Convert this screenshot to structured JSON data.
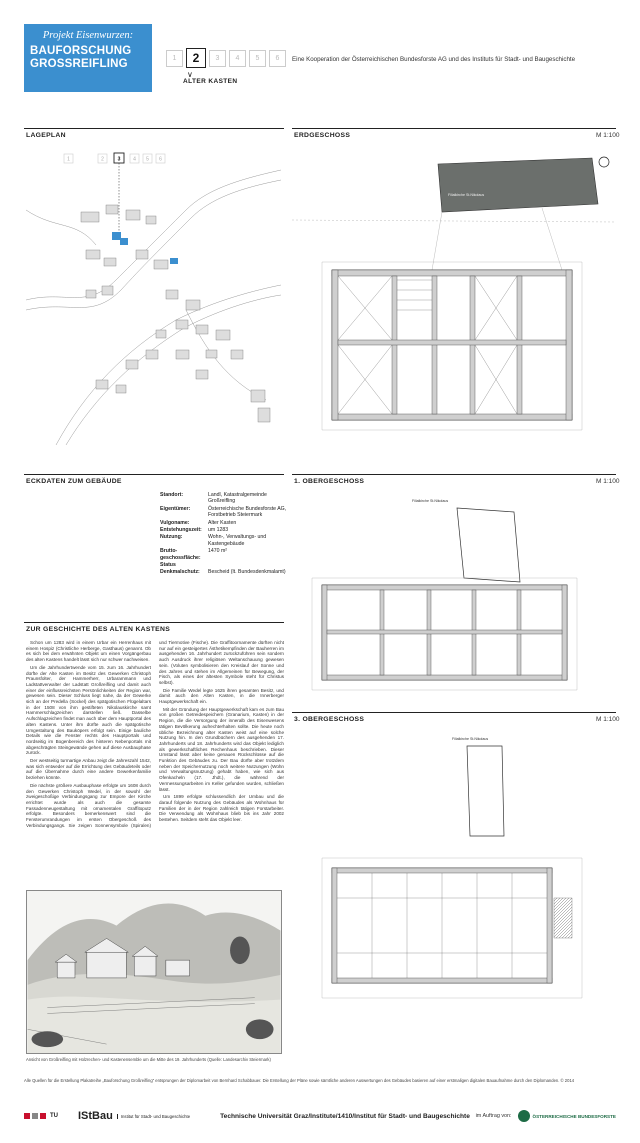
{
  "header": {
    "project": "Projekt Eisenwurzen:",
    "title": "BAUFORSCHUNG GROSSREIFLING",
    "pages": [
      "1",
      "2",
      "3",
      "4",
      "5",
      "6"
    ],
    "active_page": "2",
    "active_label": "ALTER KASTEN",
    "cooperation": "Eine Kooperation der Österreichischen Bundesforste AG und des Instituts für Stadt- und Baugeschichte"
  },
  "sections": {
    "lageplan": "LAGEPLAN",
    "erdgeschoss": "ERDGESCHOSS",
    "og1": "1. OBERGESCHOSS",
    "og3": "3. OBERGESCHOSS",
    "eckdaten": "ECKDATEN ZUM GEBÄUDE",
    "geschichte": "ZUR GESCHICHTE DES ALTEN KASTENS",
    "scale": "M 1:100"
  },
  "site_pager": [
    "1",
    "2",
    "3",
    "4",
    "5",
    "6"
  ],
  "plan_labels": {
    "filialkirche": "Filialkirche St.Nikolaus"
  },
  "facts": [
    {
      "k": "Standort:",
      "v": "Landl, Katastralgemeinde Großreifling"
    },
    {
      "k": "Eigentümer:",
      "v": "Österreichische Bundesforste AG, Forstbetrieb Steiermark"
    },
    {
      "k": "Vulgoname:",
      "v": "Alter Kasten"
    },
    {
      "k": "Entstehungszeit:",
      "v": "um 1283"
    },
    {
      "k": "Nutzung:",
      "v": "Wohn-, Verwaltungs- und Kastengebäude"
    },
    {
      "k": "Brutto-geschossfläche:",
      "v": "1470 m²"
    },
    {
      "k": "Status",
      "v": ""
    },
    {
      "k": "Denkmalschutz:",
      "v": "Bescheid (lt. Bundesdenkmalamt)"
    }
  ],
  "article": [
    "Schon um 1283 wird in einem Urbar ein Herrenhaus mit einem Hospiz (Christliche Herberge, Gasthaus) genannt. Ob es sich bei dem erwähnten Objekt um einen Vorgängerbau des alten Kastens handelt lässt sich nur schwer nachweisen.",
    "Um die Jahrhundertwende vom 15. zum 16. Jahrhundert dürfte der Alte Kasten im Besitz des Gewerken Christoph Praunsfolter, der Hammerherr, Urbarammann und Ladstattverwalter der Ladstatt Großreifling und damit auch einer der einflussreichsten Persönlichkeiten der Region war, gewesen sein. Dieser Schluss liegt nahe, da der Gewerke sich an der Predella (Sockel) des spätgotischen Flügelaltars in der 1508 von ihm gestifteten Nikolauskirche samt Hammerschlagzeichen darstellen ließ. Dasselbe Aufschlagzeichen findet man auch über dem Hauptportal des alten Kastens. Unter ihm dürfte auch die spätgotische Umgestaltung des Bauköpers erfolgt sein. Einige bauliche Details wie die Fenster rechts des Hauptportals und nordseitig im Bogenbereich des hinteren Nebenportals mit abgeschrägten Steingewände gehen auf diese Ausbauphase zurück.",
    "Der westseitig turmartige Anbau zeigt die Jahreszahl 1542, was sich entweder auf die Errichtung des Gebäudeteils oder auf die Übernahme durch eine andere Gewerkenfamilie beziehen könnte.",
    "Die nächste größere Ausbauphase erfolgte um 1608 durch den Gewerken Christoph Wedel, in der sowohl der zweigeschoßige Verbindungsgang zur Empore der Kirche errichtet wurde als auch die gesamte Fassadenneugestaltung mit ornamentalen Graffitoputz erfolgte. Besonders bemerkenswert sind die Fensterumrandungen im ersten Obergeschoß des Verbindungsgangs. Sie zeigen Sonnensymbole (Spiralen) und Tiermotive (Fische). Die Graffitoornamente dürften nicht nur auf ein gesteigertes Ästhetikempfinden der Bauherren im ausgehenden 16. Jahrhundert zurückzuführen sein sondern auch Ausdruck ihrer religiösen Weltanschauung gewesen sein. (Voluten symbolisieren den Kreislauf der Sonne und des Jahres und stehen im Allgemeinen für Bewegung, der Fisch, als eines der ältesten Symbole steht für Christus selbst).",
    "Die Familie Wedel legte 1625 ihren gesamten Besitz, und damit auch den Alten Kasten, in die Innerberger Hauptgewerkschaft ein.",
    "Mit der Gründung der Hauptgewerkschaft kam es zum Bau von großen Getreidespeichern (Granarium, Kasten) in der Region, die die Versorgung der inneralb des Eisenwesens tätigen Bevölkerung aufrechterhalten sollte. Die heute noch übliche Bezeichnung alter Kasten weist auf eine solche Nutzung hin. In den Grundbüchern des ausgehenden 17. Jahrhunderts und 18. Jahrhunderts wird das Objekt lediglich als gewerkschaftliches Rechenhaus beschrieben. Dieser Umstand lässt aber keine genauen Rückschlüsse auf die Funktion des Gebäudes zu. Der Bau dürfte aber trotzdem neben der Speichernutzung noch weitere Nutzungen (Wohn und Verwaltungsnutzung) gehabt haben, wie sich aus Ofenkacheln (17. Jhdt.), die während der Vermessungsarbeiten im Keller gefunden wurden, schließen lässt.",
    "Um 1899 erfolgte schlussendlich der Umbau und die darauf folgende Nutzung des Gebäudes als Wohnhaus für Familien der in der Region zahlreich tätigen Forstarbeiter. Die Verwendung als Wohnhaus blieb bis ins Jahr 2002 bestehen. Seitdem steht das Objekt leer."
  ],
  "caption": "Ansicht von Großreifling mit Holzrechen- und Kastenensemble um die Mitte des 19. Jahrhunderts (Quelle: Landesarchiv Steiermark)",
  "footnote": "Alle Quellen für die Erstellung Plakatreihe „Bauforschung Großreifling“ entsprungen der Diplomarbeit von Bernhard Schabbauer. Die Erstellung der Pläne sowie sämtliche anderen Auswertungen des Gebäudes basieren auf einer erstmaligen digitalen Bauaufnahme durch den Diplomanden. © 2014",
  "footer": {
    "tu": "TU",
    "istbau": "IStBau",
    "istbau_sub": "Institut für Stadt- und Baugeschichte",
    "center": "Technische Universität Graz/Institute/1410/Institut für Stadt- und Baugeschichte",
    "auftrag": "im Auftrag von:",
    "obf": "ÖSTERREICHISCHE BUNDESFORSTE"
  },
  "colors": {
    "accent": "#3b8fcf",
    "church": "#6b6f6c",
    "tu_red": "#c8102e",
    "obf_green": "#1d6b45"
  }
}
